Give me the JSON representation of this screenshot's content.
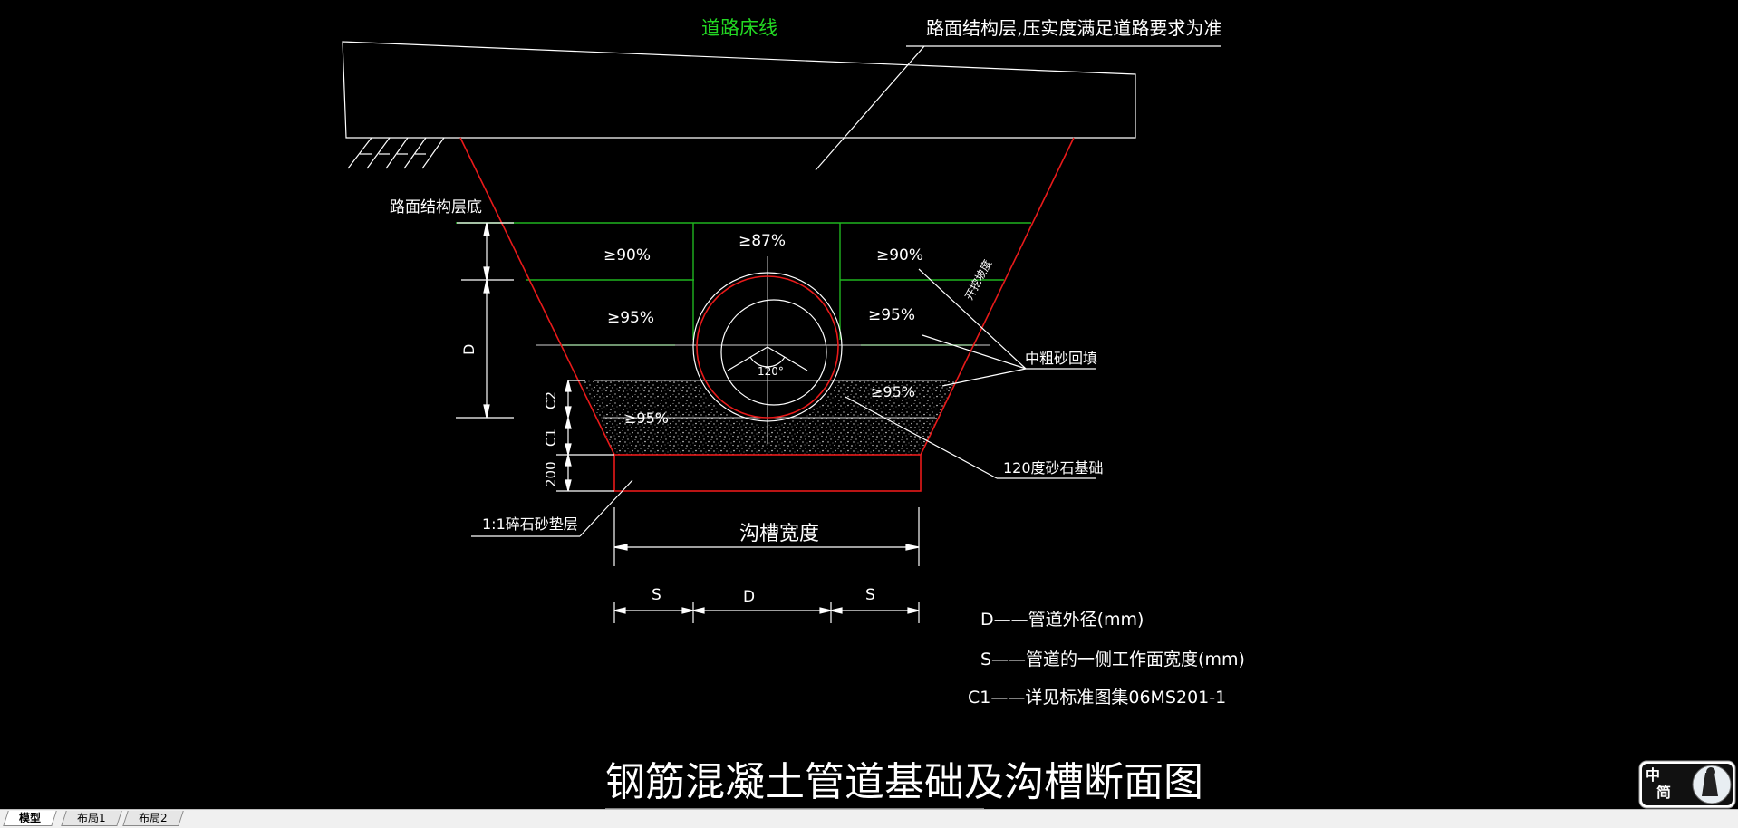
{
  "drawing": {
    "road_bed_line": "道路床线",
    "pavement_note": "路面结构层,压实度满足道路要求为准",
    "pavement_bottom": "路面结构层底",
    "compaction": {
      "left_top": "≥90%",
      "center_top": "≥87%",
      "right_top": "≥90%",
      "left_mid": "≥95%",
      "right_mid": "≥95%",
      "base_left": "≥95%",
      "base_right": "≥95%"
    },
    "angle": "120°",
    "slope_label": "开挖坡度",
    "sand_fill": "中粗砂回填",
    "gravel_base": "120度砂石基础",
    "cushion": "1:1碎石砂垫层",
    "trench_width": "沟槽宽度",
    "dim_D_vertical": "D",
    "dim_C2": "C2",
    "dim_C1": "C1",
    "dim_200": "200",
    "dim_S_left": "S",
    "dim_D": "D",
    "dim_S_right": "S",
    "legend": [
      "D——管道外径(mm)",
      "S——管道的一侧工作面宽度(mm)",
      "C1——详见标准图集06MS201-1"
    ],
    "title": "钢筋混凝土管道基础及沟槽断面图"
  },
  "tabs": [
    {
      "label": "模型",
      "active": true
    },
    {
      "label": "布局1",
      "active": false
    },
    {
      "label": "布局2",
      "active": false
    }
  ],
  "badge": {
    "line1": "中",
    "line2": "简"
  },
  "colors": {
    "background": "#000000",
    "trench": "#e81a1a",
    "layers": "#1fb41f",
    "label_green": "#23d823"
  }
}
